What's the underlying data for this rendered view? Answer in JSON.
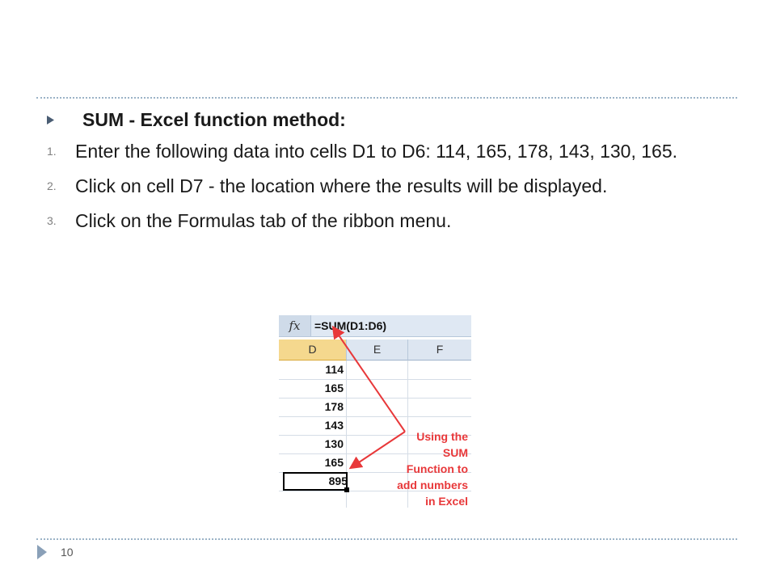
{
  "slide": {
    "heading": "SUM - Excel function method:",
    "steps": [
      {
        "num": "1.",
        "text": "Enter the following data into cells D1 to D6: 114, 165, 178, 143, 130, 165."
      },
      {
        "num": "2.",
        "text": "Click on cell D7 - the location where the results will be displayed."
      },
      {
        "num": "3.",
        "text": "Click on the Formulas tab of the ribbon menu."
      }
    ],
    "page_number": "10"
  },
  "excel": {
    "fx_label": "fx",
    "formula": "=SUM(D1:D6)",
    "columns": [
      "D",
      "E",
      "F"
    ],
    "values": [
      "114",
      "165",
      "178",
      "143",
      "130",
      "165"
    ],
    "total": "895",
    "annotation": [
      "Using the",
      "SUM",
      "Function to",
      "add numbers",
      "in Excel"
    ]
  },
  "colors": {
    "accent_rule": "#9bb3c7",
    "bullet": "#4a5d73",
    "annotation": "#e8383a"
  },
  "icons": {
    "bullet": "right-triangle-icon",
    "footer_marker": "right-triangle-icon"
  }
}
